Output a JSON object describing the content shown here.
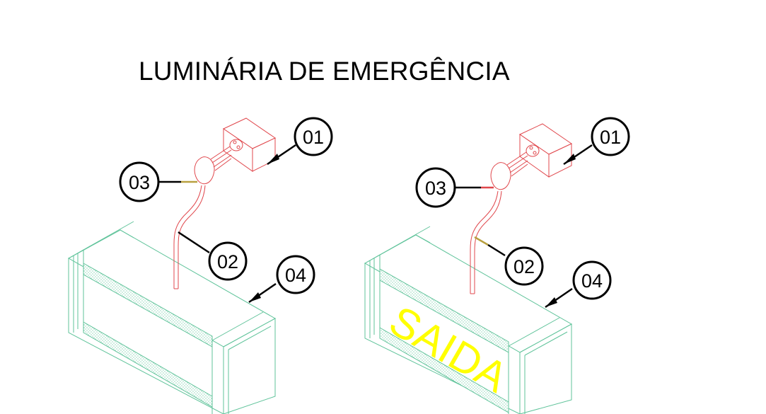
{
  "title": "LUMINÁRIA DE EMERGÊNCIA",
  "colors": {
    "background": "#ffffff",
    "outline_red": "#e0474c",
    "box_green": "#5fc39a",
    "saida_text": "#ffff00",
    "leader_black": "#000000",
    "leader_accent": "#b8a040"
  },
  "left_assembly": {
    "labels": {
      "l01": "01",
      "l02": "02",
      "l03": "03",
      "l04": "04"
    }
  },
  "right_assembly": {
    "labels": {
      "l01": "01",
      "l02": "02",
      "l03": "03",
      "l04": "04"
    },
    "sign_text": "SAIDA"
  }
}
